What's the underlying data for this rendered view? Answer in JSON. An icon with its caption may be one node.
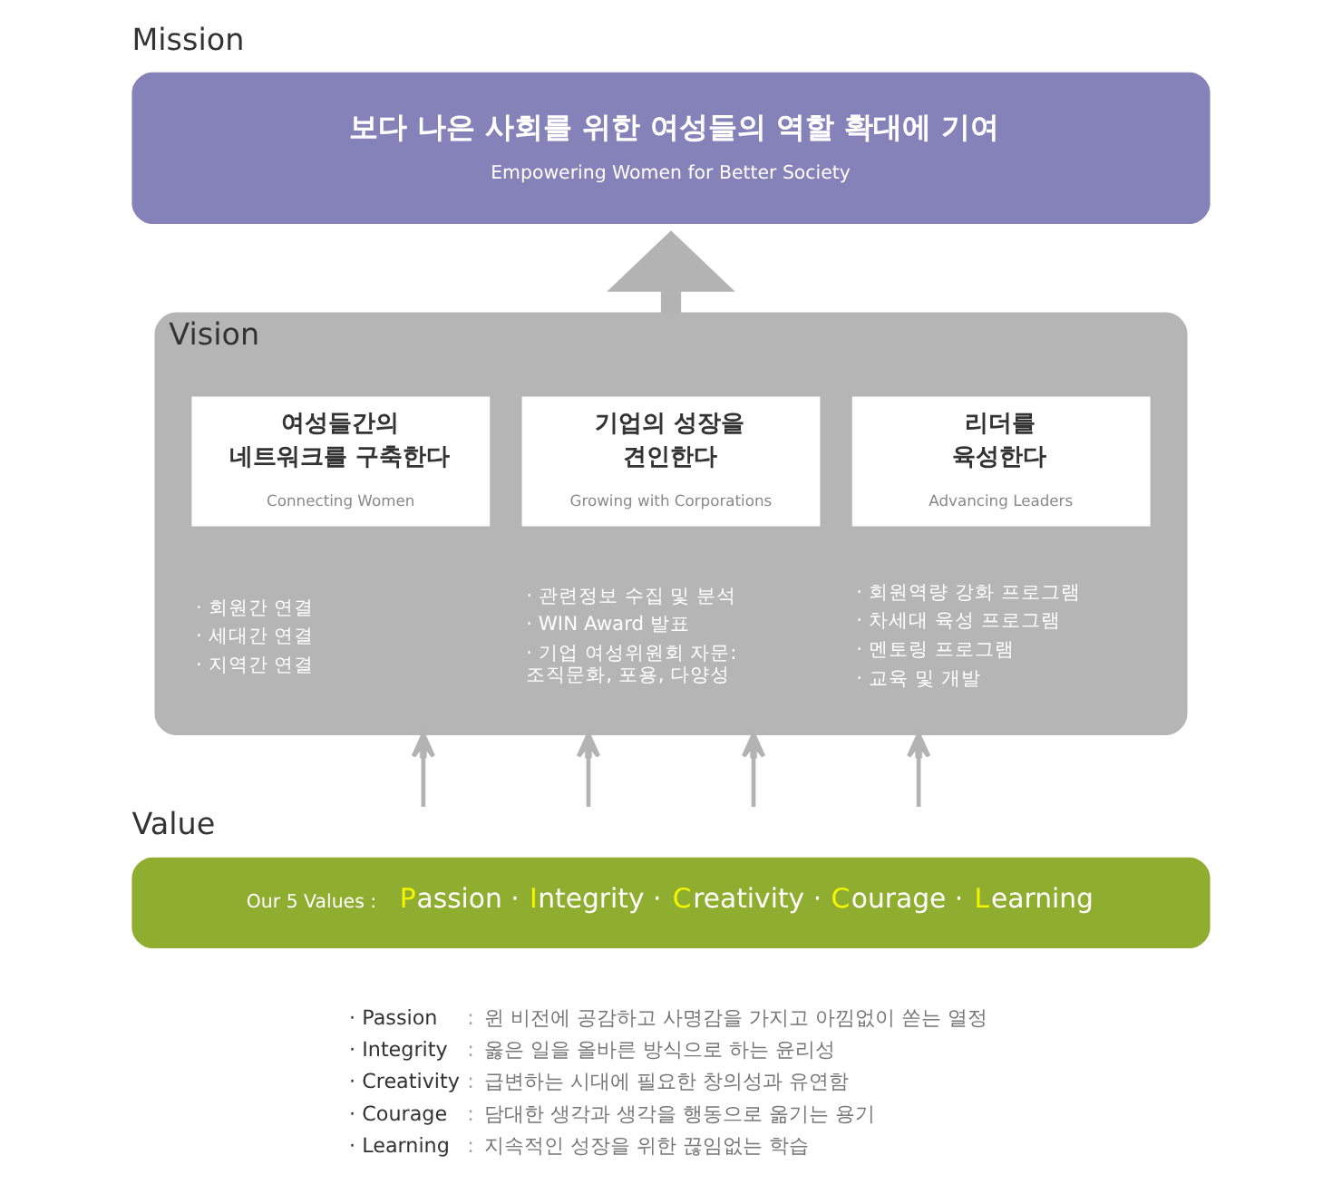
{
  "diagram": {
    "nodes": [
      {
        "text": [
          "Mission",
          "보다 나은 사회를 위한 여성들의 역할 확대에 기여",
          "Empowering Women for Better Society"
        ]
      },
      {
        "text": [
          "Vision"
        ]
      },
      {
        "text": [
          "여성들간의 네트워크를 구축한다",
          "Connecting Women"
        ],
        "in": 1,
        "beside": [
          "· 회원간 연결",
          "· 세대간 연결",
          "· 지역간 연결"
        ]
      },
      {
        "text": [
          "기업의 성장을 견인한다",
          "Growing with Corporations"
        ],
        "in": 1,
        "beside": [
          "· 관련정보 수집 및 분석",
          "· WIN Award 발표",
          "· 기업 여성위원회 자문: 조직문화, 포용, 다양성"
        ]
      },
      {
        "text": [
          "리더를 육성한다",
          "Advancing Leaders"
        ],
        "in": 1,
        "beside": [
          "· 회원역량 강화 프로그램",
          "· 차세대 육성 프로그램",
          "· 멘토링 프로그램",
          "· 교육 및 개발"
        ]
      },
      {
        "text": [
          "Value",
          "Our 5 Values :",
          "Passion · Integrity · Creativity · Courage · Learning"
        ]
      }
    ],
    "edges": [
      {
        "from": 1,
        "to": 0,
        "arrow": "to",
        "style": "thick"
      },
      {
        "from": 5,
        "to": 1,
        "arrow": "to"
      },
      {
        "from": 5,
        "to": 1,
        "arrow": "to"
      },
      {
        "from": 5,
        "to": 1,
        "arrow": "to"
      },
      {
        "from": 5,
        "to": 1,
        "arrow": "to"
      }
    ],
    "labels": [
      "· Passion",
      ":",
      "윈 비전에 공감하고 사명감을 가지고 아낌없이 쏟는 열정",
      "· Integrity",
      ":",
      "옳은 일을 올바른 방식으로 하는 윤리성",
      "· Creativity",
      ":",
      "급변하는 시대에 필요한 창의성과 유연함",
      "· Courage",
      ":",
      "담대한 생각과 생각을 행동으로 옮기는 용기",
      "· Learning",
      ":",
      "지속적인 성장을 위한 끊임없는 학습"
    ]
  }
}
